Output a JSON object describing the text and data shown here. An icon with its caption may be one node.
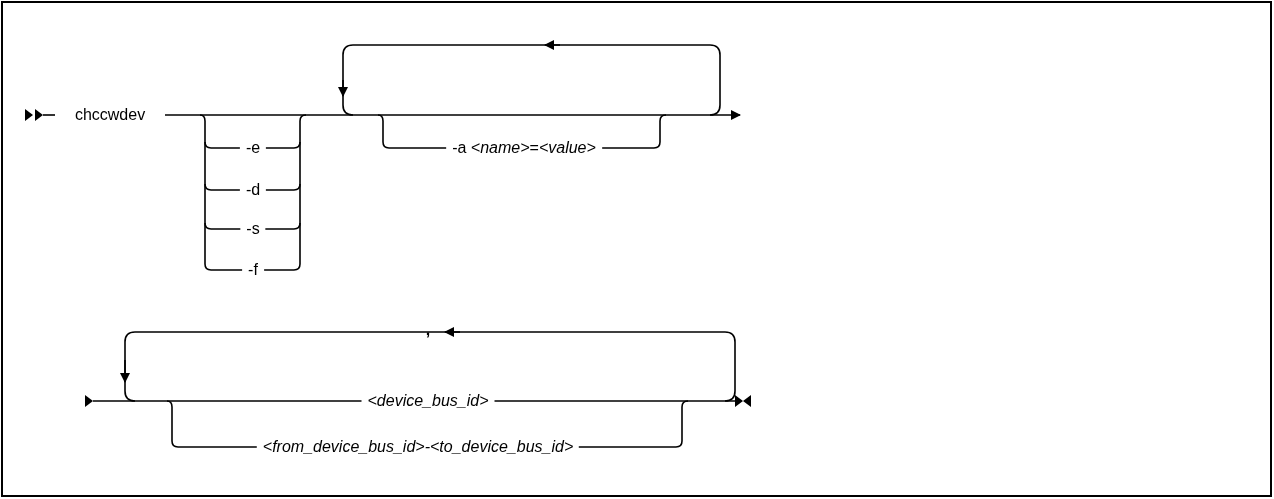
{
  "diagram": {
    "labels": [
      "chccwdev",
      "-e",
      "-d",
      "-s",
      "-f",
      "-a *<name>*=*<value>*",
      ",",
      "<device_bus_id>",
      "<from_device_bus_id>-<to_device_bus_id>"
    ]
  }
}
